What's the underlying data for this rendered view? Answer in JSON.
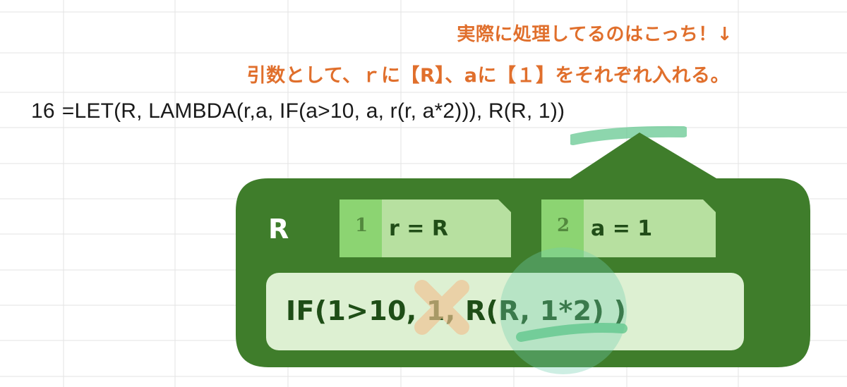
{
  "annotations": {
    "line1": "実際に処理してるのはこっち！↓",
    "line2": "引数として、ｒに【R】、aに【１】をそれぞれ入れる。"
  },
  "formula": {
    "row_number": "16",
    "text": "=LET(R, LAMBDA(r,a, IF(a>10, a, r(r, a*2))), R(R, 1))"
  },
  "callout": {
    "name": "R",
    "params": [
      {
        "index": "1",
        "text": "r = R"
      },
      {
        "index": "2",
        "text": "a = 1"
      }
    ],
    "body": "IF(1>10, 1, R(R, 1*2) )"
  },
  "colors": {
    "annotation": "#e06f2c",
    "callout_bg": "#3f7d2b",
    "tab": "#b7e0a0",
    "tab_index": "#8cd472",
    "body_bg": "#ddf0d2",
    "highlight": "#5cc58a",
    "cross": "#f2c191"
  }
}
